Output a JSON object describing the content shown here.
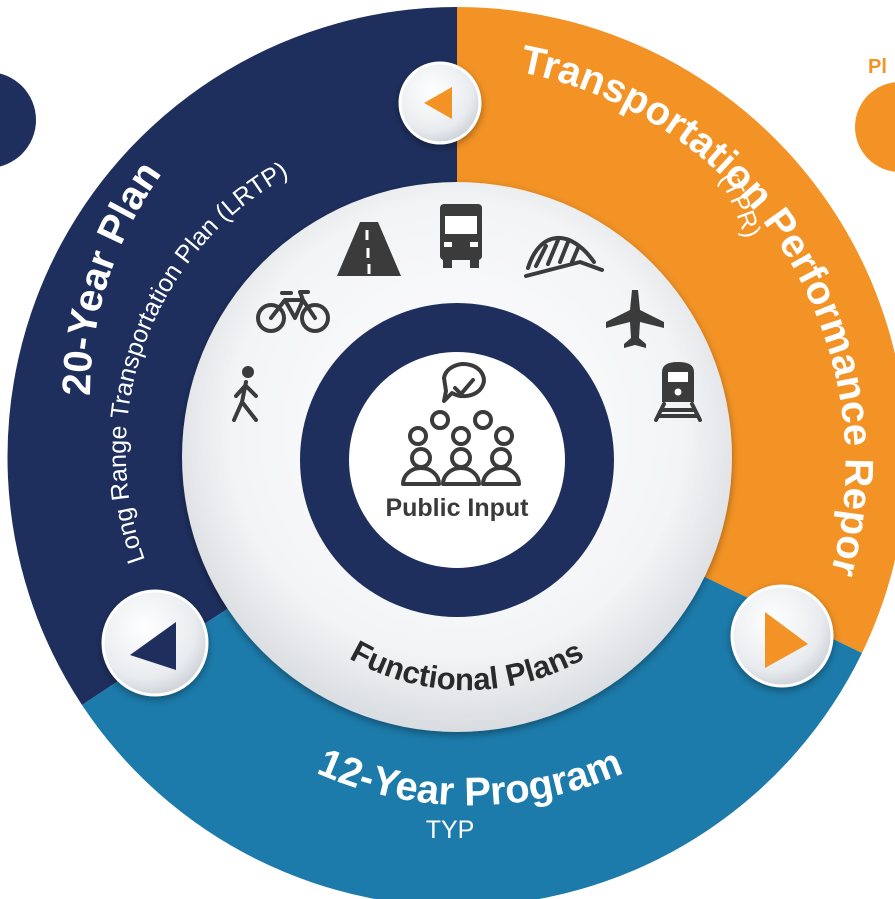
{
  "segments": {
    "plan20": {
      "title": "20-Year Plan",
      "subtitle": "Long Range Transportation Plan (LRTP)",
      "color": "#1e2f5e"
    },
    "tpr": {
      "title": "Transportation Performance Report",
      "subtitle": "(TPR)",
      "color": "#f39325"
    },
    "typ": {
      "title": "12-Year Program",
      "subtitle": "TYP",
      "color": "#1c7bab"
    }
  },
  "inner_ring": {
    "label": "Functional Plans",
    "icons": [
      "pedestrian-icon",
      "bicycle-icon",
      "road-icon",
      "truck-icon",
      "bridge-icon",
      "airplane-icon",
      "train-icon"
    ]
  },
  "center": {
    "label": "Public Input",
    "icon": "people-group-icon"
  },
  "edge_fragment": {
    "text": "Pl"
  },
  "arrow_buttons": [
    {
      "name": "orange-left-arrow",
      "color": "#f39325"
    },
    {
      "name": "navy-left-arrow",
      "color": "#1e2f5e"
    },
    {
      "name": "orange-right-arrow",
      "color": "#f39325"
    }
  ]
}
